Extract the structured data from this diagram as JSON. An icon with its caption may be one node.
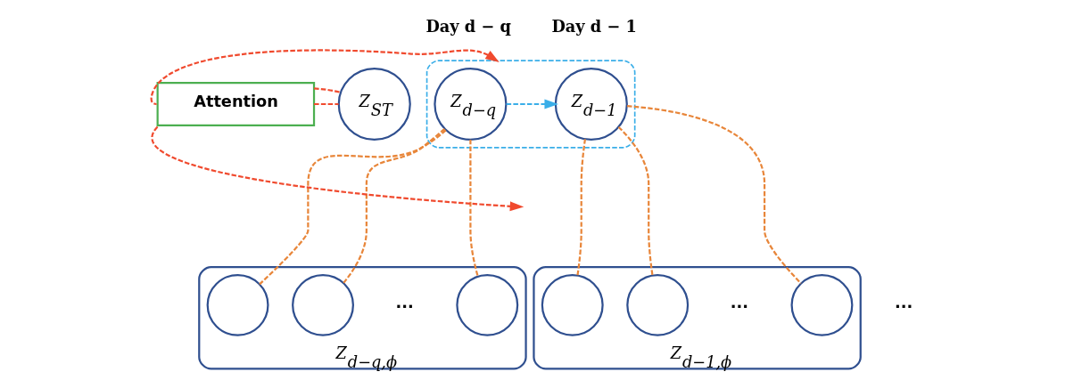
{
  "diagram": {
    "nodes": [
      {
        "text": [],
        "shape": "box"
      },
      {
        "text": [
          "Z$_{d−q}$"
        ],
        "in": 0,
        "beside": [
          "Day d − q"
        ]
      },
      {
        "text": [
          "Z$_{d−1}$"
        ],
        "in": 0,
        "beside": [
          "Day d − 1"
        ]
      },
      {
        "text": [],
        "shape": "box",
        "beside": [
          "Z$_{d−q,ϕ}$"
        ]
      },
      {
        "text": [],
        "shape": "circle",
        "in": 3
      },
      {
        "text": [],
        "shape": "circle",
        "in": 3
      },
      {
        "text": [],
        "shape": "circle",
        "in": 3
      },
      {
        "text": [],
        "shape": "box",
        "beside": [
          "Z$_{d−1,ϕ}$"
        ]
      },
      {
        "text": [],
        "shape": "circle",
        "in": 7
      },
      {
        "text": [],
        "shape": "circle",
        "in": 7
      },
      {
        "text": [],
        "shape": "circle",
        "in": 7
      },
      {
        "text": [
          "Attention"
        ]
      },
      {
        "text": [
          "Z$_{ST}$"
        ]
      }
    ],
    "edges": [
      {
        "from": 1,
        "to": 2,
        "arrow": "to",
        "style": "dashed",
        "color": "#3aaee8"
      },
      {
        "from": 1,
        "to": 4,
        "arrow": "none",
        "style": "dashed"
      },
      {
        "from": 1,
        "to": 5,
        "arrow": "none",
        "style": "dashed"
      },
      {
        "from": 1,
        "to": 6,
        "arrow": "none",
        "style": "dashed"
      },
      {
        "from": 2,
        "to": 8,
        "arrow": "none",
        "style": "dashed"
      },
      {
        "from": 2,
        "to": 9,
        "arrow": "none",
        "style": "dashed"
      },
      {
        "from": 2,
        "to": 10,
        "arrow": "none",
        "style": "dashed"
      },
      {
        "from": 12,
        "to": 11,
        "arrow": "none",
        "style": "dashed",
        "color": "#f04a2e"
      },
      {
        "from": 12,
        "to": 11,
        "arrow": "none",
        "style": "dashed",
        "color": "#f04a2e"
      },
      {
        "from": 11,
        "to": 0,
        "arrow": "to",
        "style": "dashed",
        "color": "#f04a2e"
      },
      {
        "from": 11,
        "to": null,
        "arrow": "to",
        "style": "dashed",
        "color": "#f04a2e"
      }
    ],
    "labels": [
      "...",
      "...",
      "..."
    ]
  }
}
